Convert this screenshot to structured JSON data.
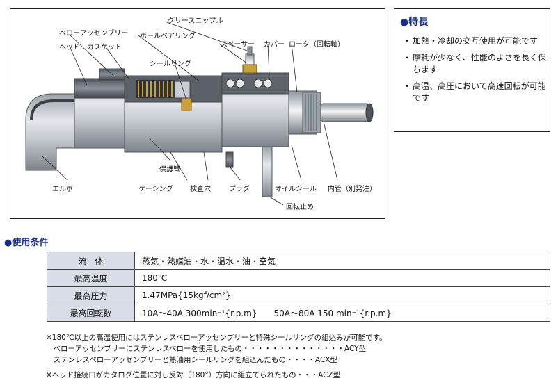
{
  "diagram": {
    "labels": {
      "grease_nipple": "グリースニップル",
      "bellows_assembly": "ベローアッセンブリー",
      "ball_bearing": "ボールベアリング",
      "head": "ヘッド",
      "gasket": "ガスケット",
      "spacer": "スペーサー",
      "cover": "カバー",
      "rotor": "ロータ（回転軸）",
      "seal_ring": "シールリング",
      "protective_tube": "保護管",
      "casing": "ケーシング",
      "inspection_hole": "検査穴",
      "plug": "プラグ",
      "oil_seal": "オイルシール",
      "inner_pipe": "内管（別発注）",
      "elbow": "エルボ",
      "rotation_stop": "回転止め"
    }
  },
  "features": {
    "title": "●特長",
    "bullet": "・",
    "items": [
      "加熱・冷却の交互使用が可能です",
      "摩耗が少なく、性能のよさを長く保ちます",
      "高温、高圧において高速回転が可能です"
    ]
  },
  "conditions": {
    "title": "●使用条件",
    "rows": [
      {
        "key": "流　体",
        "value": "蒸気・熱媒油・水・温水・油・空気"
      },
      {
        "key": "最高温度",
        "value": "180℃"
      },
      {
        "key": "最高圧力",
        "value": "1.47MPa{15kgf/cm²}"
      },
      {
        "key": "最高回転数",
        "value": "10A～40A 300min⁻¹{r.p.m}　　50A～80A 150 min⁻¹{r.p.m}"
      }
    ]
  },
  "notes": [
    "※180℃以上の高温使用にはステンレスベローアッセンブリーと特殊シールリングの組込みが可能です。",
    "　ベローアッセンブリーにステンレスベローを使用したもの・・・・・・・・・・・・・・ACY型",
    "　ステンレスベローアッセンブリーと熱油用シールリングを組込んだもの・・・・ACX型",
    "※ヘッド接続口がカタログ位置に対し反対（180°）方向に組立てられたもの・・・ACZ型"
  ],
  "colors": {
    "heading_blue": "#1a2f8a",
    "table_key_bg": "#d8dde8",
    "metal_light": "#c9cdd3",
    "metal_dark": "#6f757d",
    "brass": "#c9a13a"
  }
}
